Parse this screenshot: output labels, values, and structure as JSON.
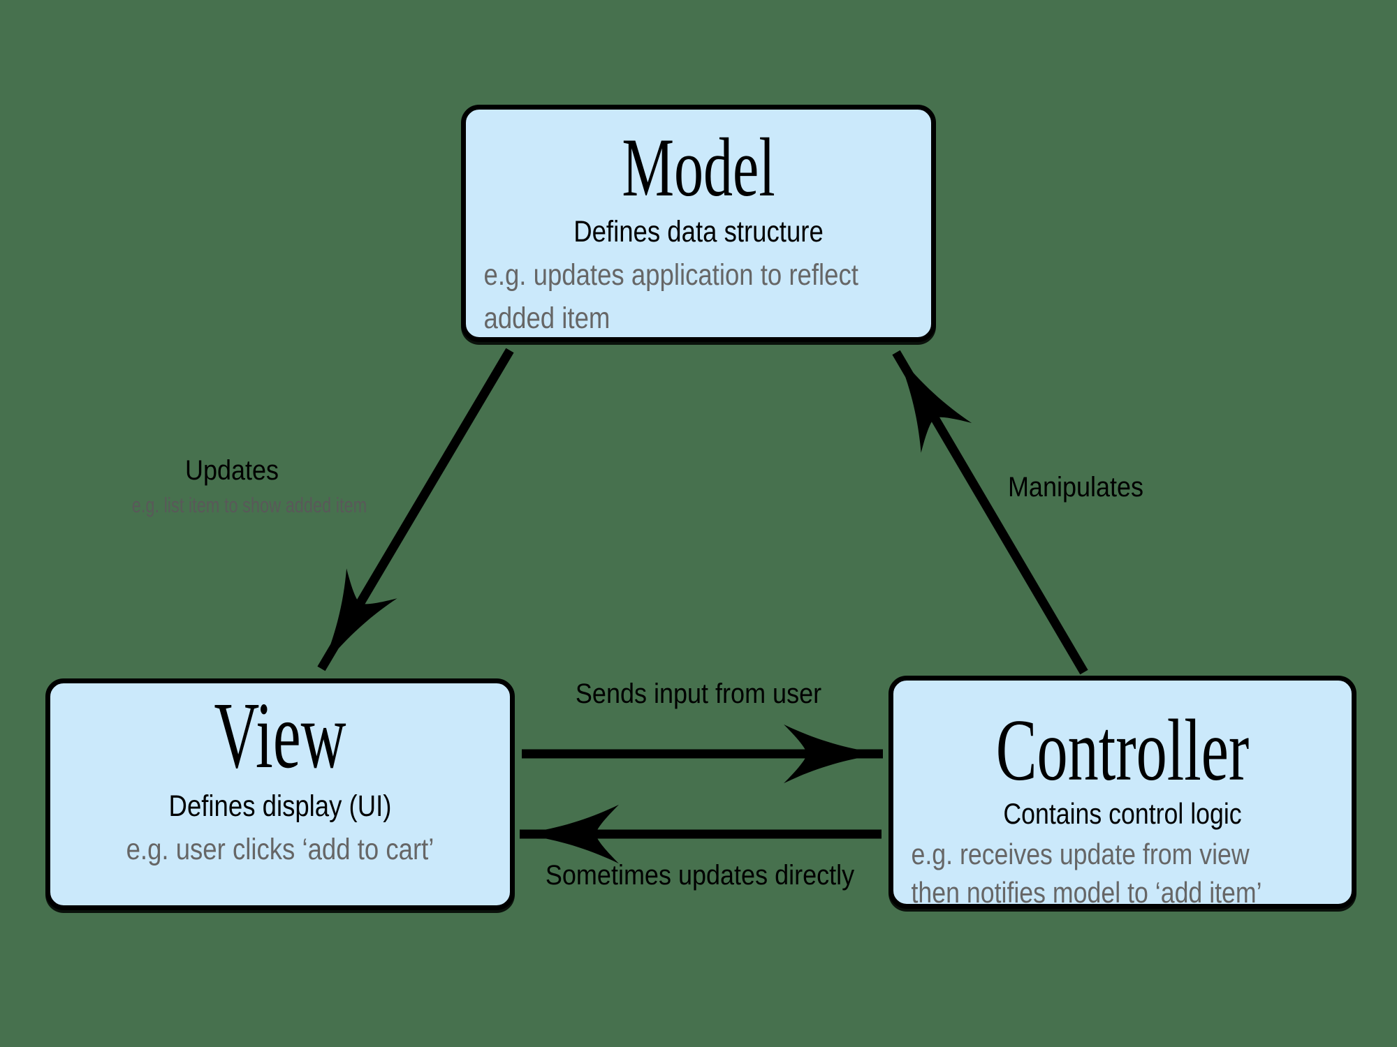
{
  "colors": {
    "background": "#47714E",
    "box_fill": "#CBE9FB",
    "outline": "#000000",
    "muted_text": "#666666"
  },
  "boxes": {
    "model": {
      "title": "Model",
      "subtitle": "Defines data structure",
      "example_lines": [
        "e.g. updates application to reflect",
        "added item"
      ]
    },
    "view": {
      "title": "View",
      "subtitle": "Defines display (UI)",
      "example_lines": [
        "e.g. user clicks ‘add to cart’"
      ]
    },
    "controller": {
      "title": "Controller",
      "subtitle": "Contains control logic",
      "example_lines": [
        "e.g. receives update from view",
        "then notifies model to ‘add item’"
      ]
    }
  },
  "arrows": {
    "updates": {
      "label": "Updates",
      "sublabel": "e.g. list item to show added item",
      "from": "Model",
      "to": "View"
    },
    "manipulates": {
      "label": "Manipulates",
      "from": "Controller",
      "to": "Model"
    },
    "sends_input": {
      "label": "Sends input from user",
      "from": "View",
      "to": "Controller"
    },
    "sometimes_updates": {
      "label": "Sometimes updates directly",
      "from": "Controller",
      "to": "View"
    }
  }
}
